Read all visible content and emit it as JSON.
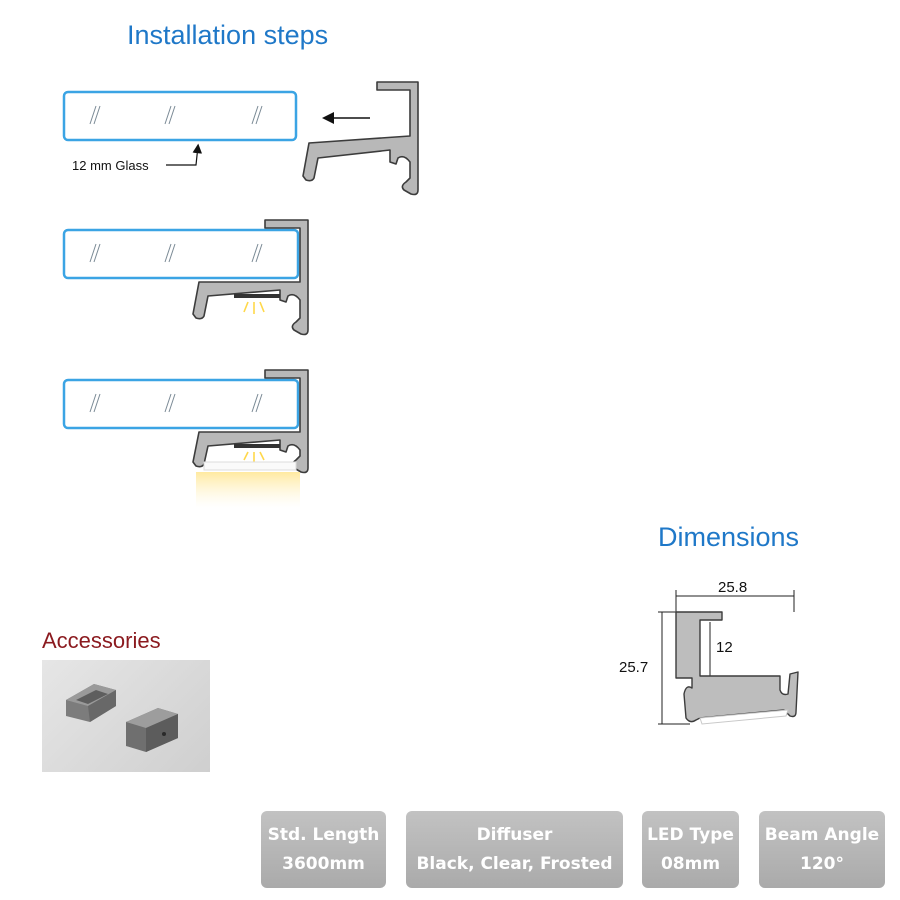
{
  "installation": {
    "title": "Installation steps",
    "glass_label": "12 mm Glass"
  },
  "dimensions": {
    "title": "Dimensions",
    "width": "25.8",
    "height": "25.7",
    "inner": "12"
  },
  "accessories": {
    "title": "Accessories"
  },
  "specs": [
    {
      "label": "Std. Length",
      "value": "3600mm"
    },
    {
      "label": "Diffuser",
      "value": "Black, Clear, Frosted"
    },
    {
      "label": "LED Type",
      "value": "08mm"
    },
    {
      "label": "Beam Angle",
      "value": "120°"
    }
  ],
  "colors": {
    "heading_blue": "#1f78c8",
    "accessories_red": "#8b1a1f",
    "glass_outline": "#3ba4e4",
    "profile_fill": "#b8b8b8",
    "badge": "#b6b6b6"
  }
}
